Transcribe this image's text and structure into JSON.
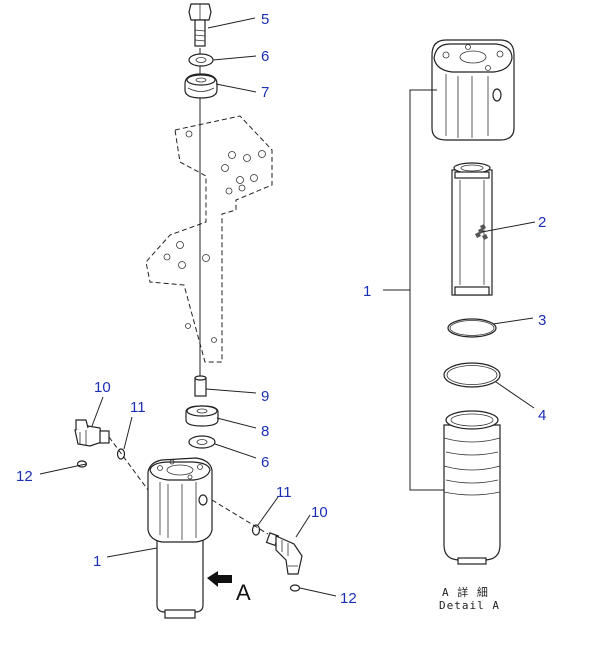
{
  "callouts": {
    "c1_left": "1",
    "c1_right": "1",
    "c2": "2",
    "c3": "3",
    "c4": "4",
    "c5": "5",
    "c6_top": "6",
    "c6_mid": "6",
    "c7": "7",
    "c8": "8",
    "c9": "9",
    "c10_left": "10",
    "c10_right": "10",
    "c11_left": "11",
    "c11_right": "11",
    "c12_left": "12",
    "c12_right": "12"
  },
  "view_arrow_label": "A",
  "detail": {
    "line1": "A 詳 細",
    "line2": "Detail A"
  },
  "colors": {
    "callout": "#1a2fb5",
    "line": "#222222"
  }
}
